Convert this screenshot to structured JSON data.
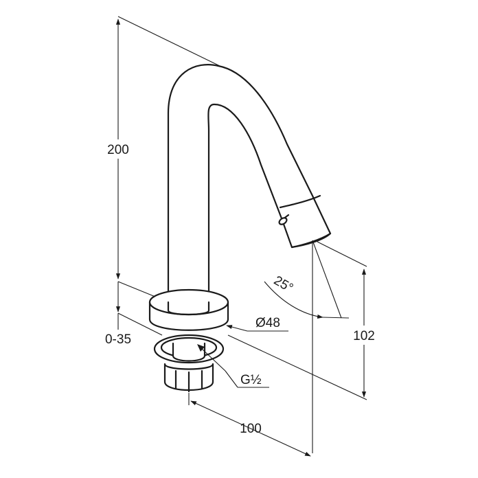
{
  "dimensions": {
    "height_total": "200",
    "offset_range": "0-35",
    "diameter": "Ø48",
    "angle": "25°",
    "spout_height": "102",
    "thread": "G½",
    "projection": "100"
  }
}
